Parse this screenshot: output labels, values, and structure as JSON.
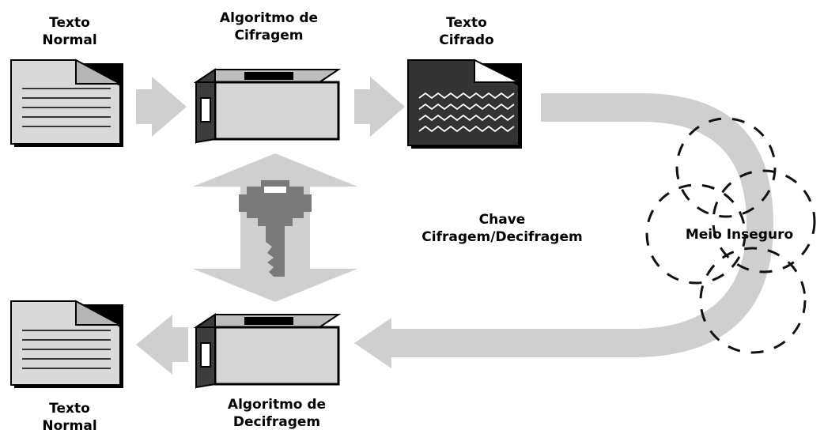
{
  "labels": {
    "plain_top": [
      "Texto",
      "Normal"
    ],
    "cipher_algo": [
      "Algoritmo de",
      "Cifragem"
    ],
    "ciphertext": [
      "Texto",
      "Cifrado"
    ],
    "key": [
      "Chave",
      "Cifragem/Decifragem"
    ],
    "insecure_channel": "Meio Inseguro",
    "decipher_algo": [
      "Algoritmo de",
      "Decifragem"
    ],
    "plain_bottom": [
      "Texto",
      "Normal"
    ]
  },
  "colors": {
    "arrow": "#cfcfcf",
    "key": "#7a7a7a",
    "doc_fill": "#d9d9d9",
    "doc_fold": "#b5b5b5",
    "cipher_doc": "#333333",
    "box_front": "#d6d6d6",
    "box_dark": "#3c3c3c"
  }
}
